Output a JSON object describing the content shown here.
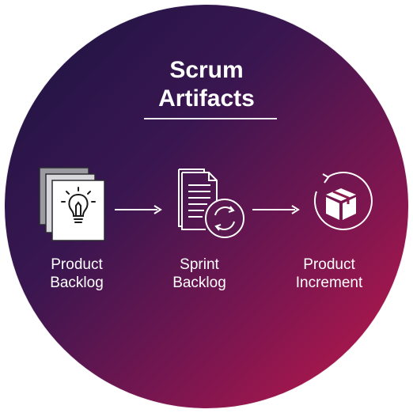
{
  "title": {
    "line1": "Scrum",
    "line2": "Artifacts"
  },
  "artifacts": [
    {
      "line1": "Product",
      "line2": "Backlog",
      "icon": "lightbulb-documents-icon"
    },
    {
      "line1": "Sprint",
      "line2": "Backlog",
      "icon": "document-cycle-icon"
    },
    {
      "line1": "Product",
      "line2": "Increment",
      "icon": "package-cycle-icon"
    }
  ],
  "colors": {
    "gradient_start": "#1b1442",
    "gradient_end": "#c2184a",
    "text": "#ffffff"
  }
}
